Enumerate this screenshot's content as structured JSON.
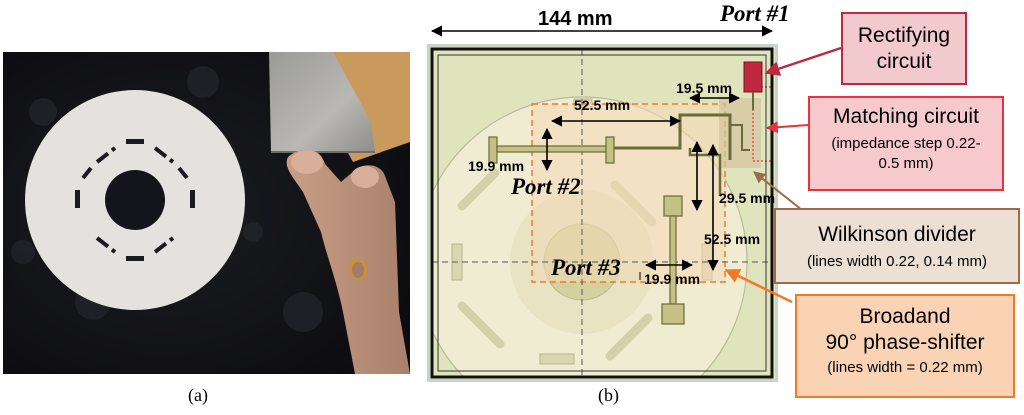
{
  "captions": {
    "a": "(a)",
    "b": "(b)"
  },
  "dimensions": {
    "width": "144 mm",
    "d_52_5_h": "52.5 mm",
    "d_19_5": "19.5 mm",
    "d_19_9_left": "19.9 mm",
    "d_29_5": "29.5 mm",
    "d_52_5_v": "52.5 mm",
    "d_19_9_bottom": "19.9 mm"
  },
  "ports": {
    "p1": "Port #1",
    "p2": "Port #2",
    "p3": "Port #3"
  },
  "callouts": {
    "rectifying": {
      "line1": "Rectifying",
      "line2": "circuit",
      "color": "#c0283f"
    },
    "matching": {
      "line1": "Matching circuit",
      "line2": "(impedance step 0.22-",
      "line3": "0.5 mm)",
      "color": "#e8323c"
    },
    "wilkinson": {
      "line1": "Wilkinson divider",
      "line2": "(lines width 0.22, 0.14 mm)",
      "color": "#9b6b4a"
    },
    "broadband": {
      "line1": "Broadand",
      "line2": "90° phase-shifter",
      "line3": "(lines width = 0.22 mm)",
      "color": "#f07a26"
    }
  }
}
